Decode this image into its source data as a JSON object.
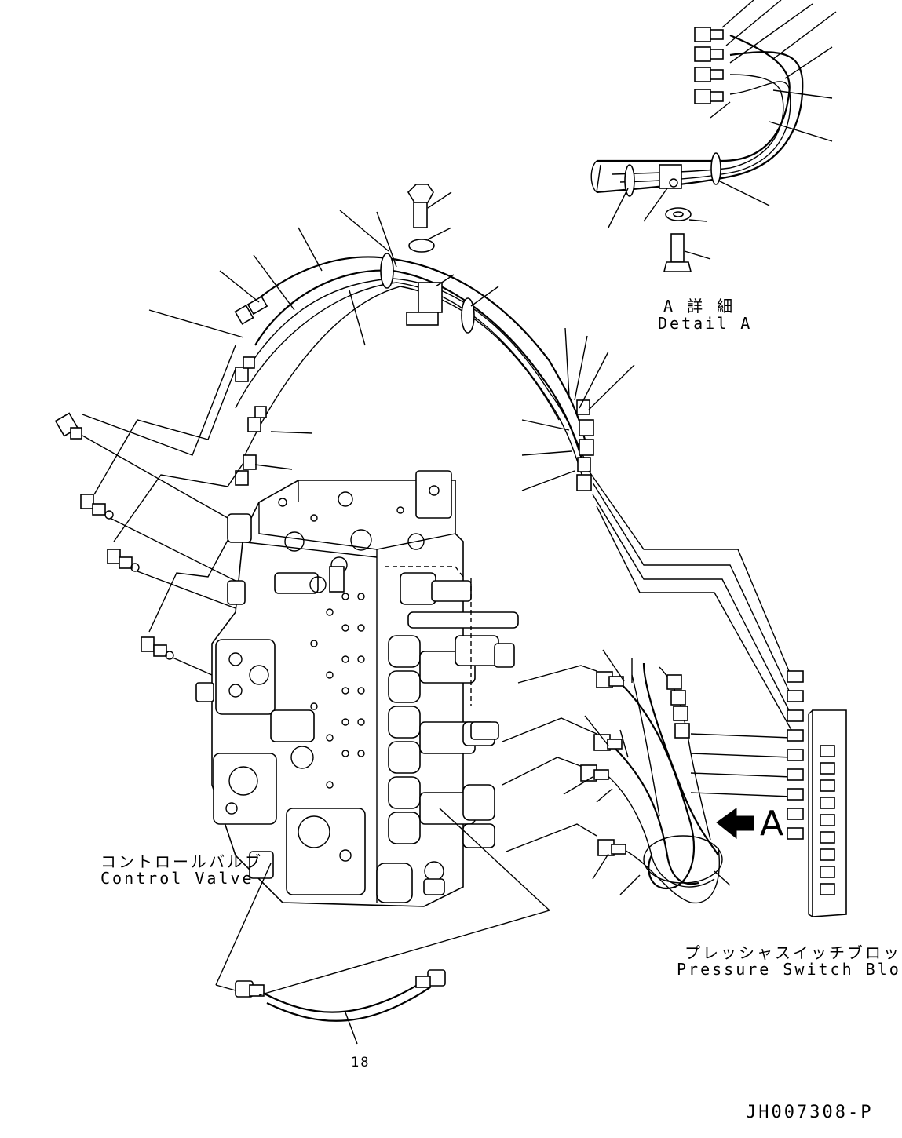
{
  "labels": {
    "detail_jp": "A 詳 細",
    "detail_en": "Detail A",
    "control_valve_jp": "コントロールバルブ",
    "control_valve_en": "Control Valve",
    "pressure_switch_jp": "プレッシャスイッチブロック",
    "pressure_switch_en": "Pressure Switch Block",
    "callout_letter": "A",
    "part_number": "18",
    "drawing_code": "JH007308-P"
  },
  "icons": [
    "arrow-icon"
  ]
}
